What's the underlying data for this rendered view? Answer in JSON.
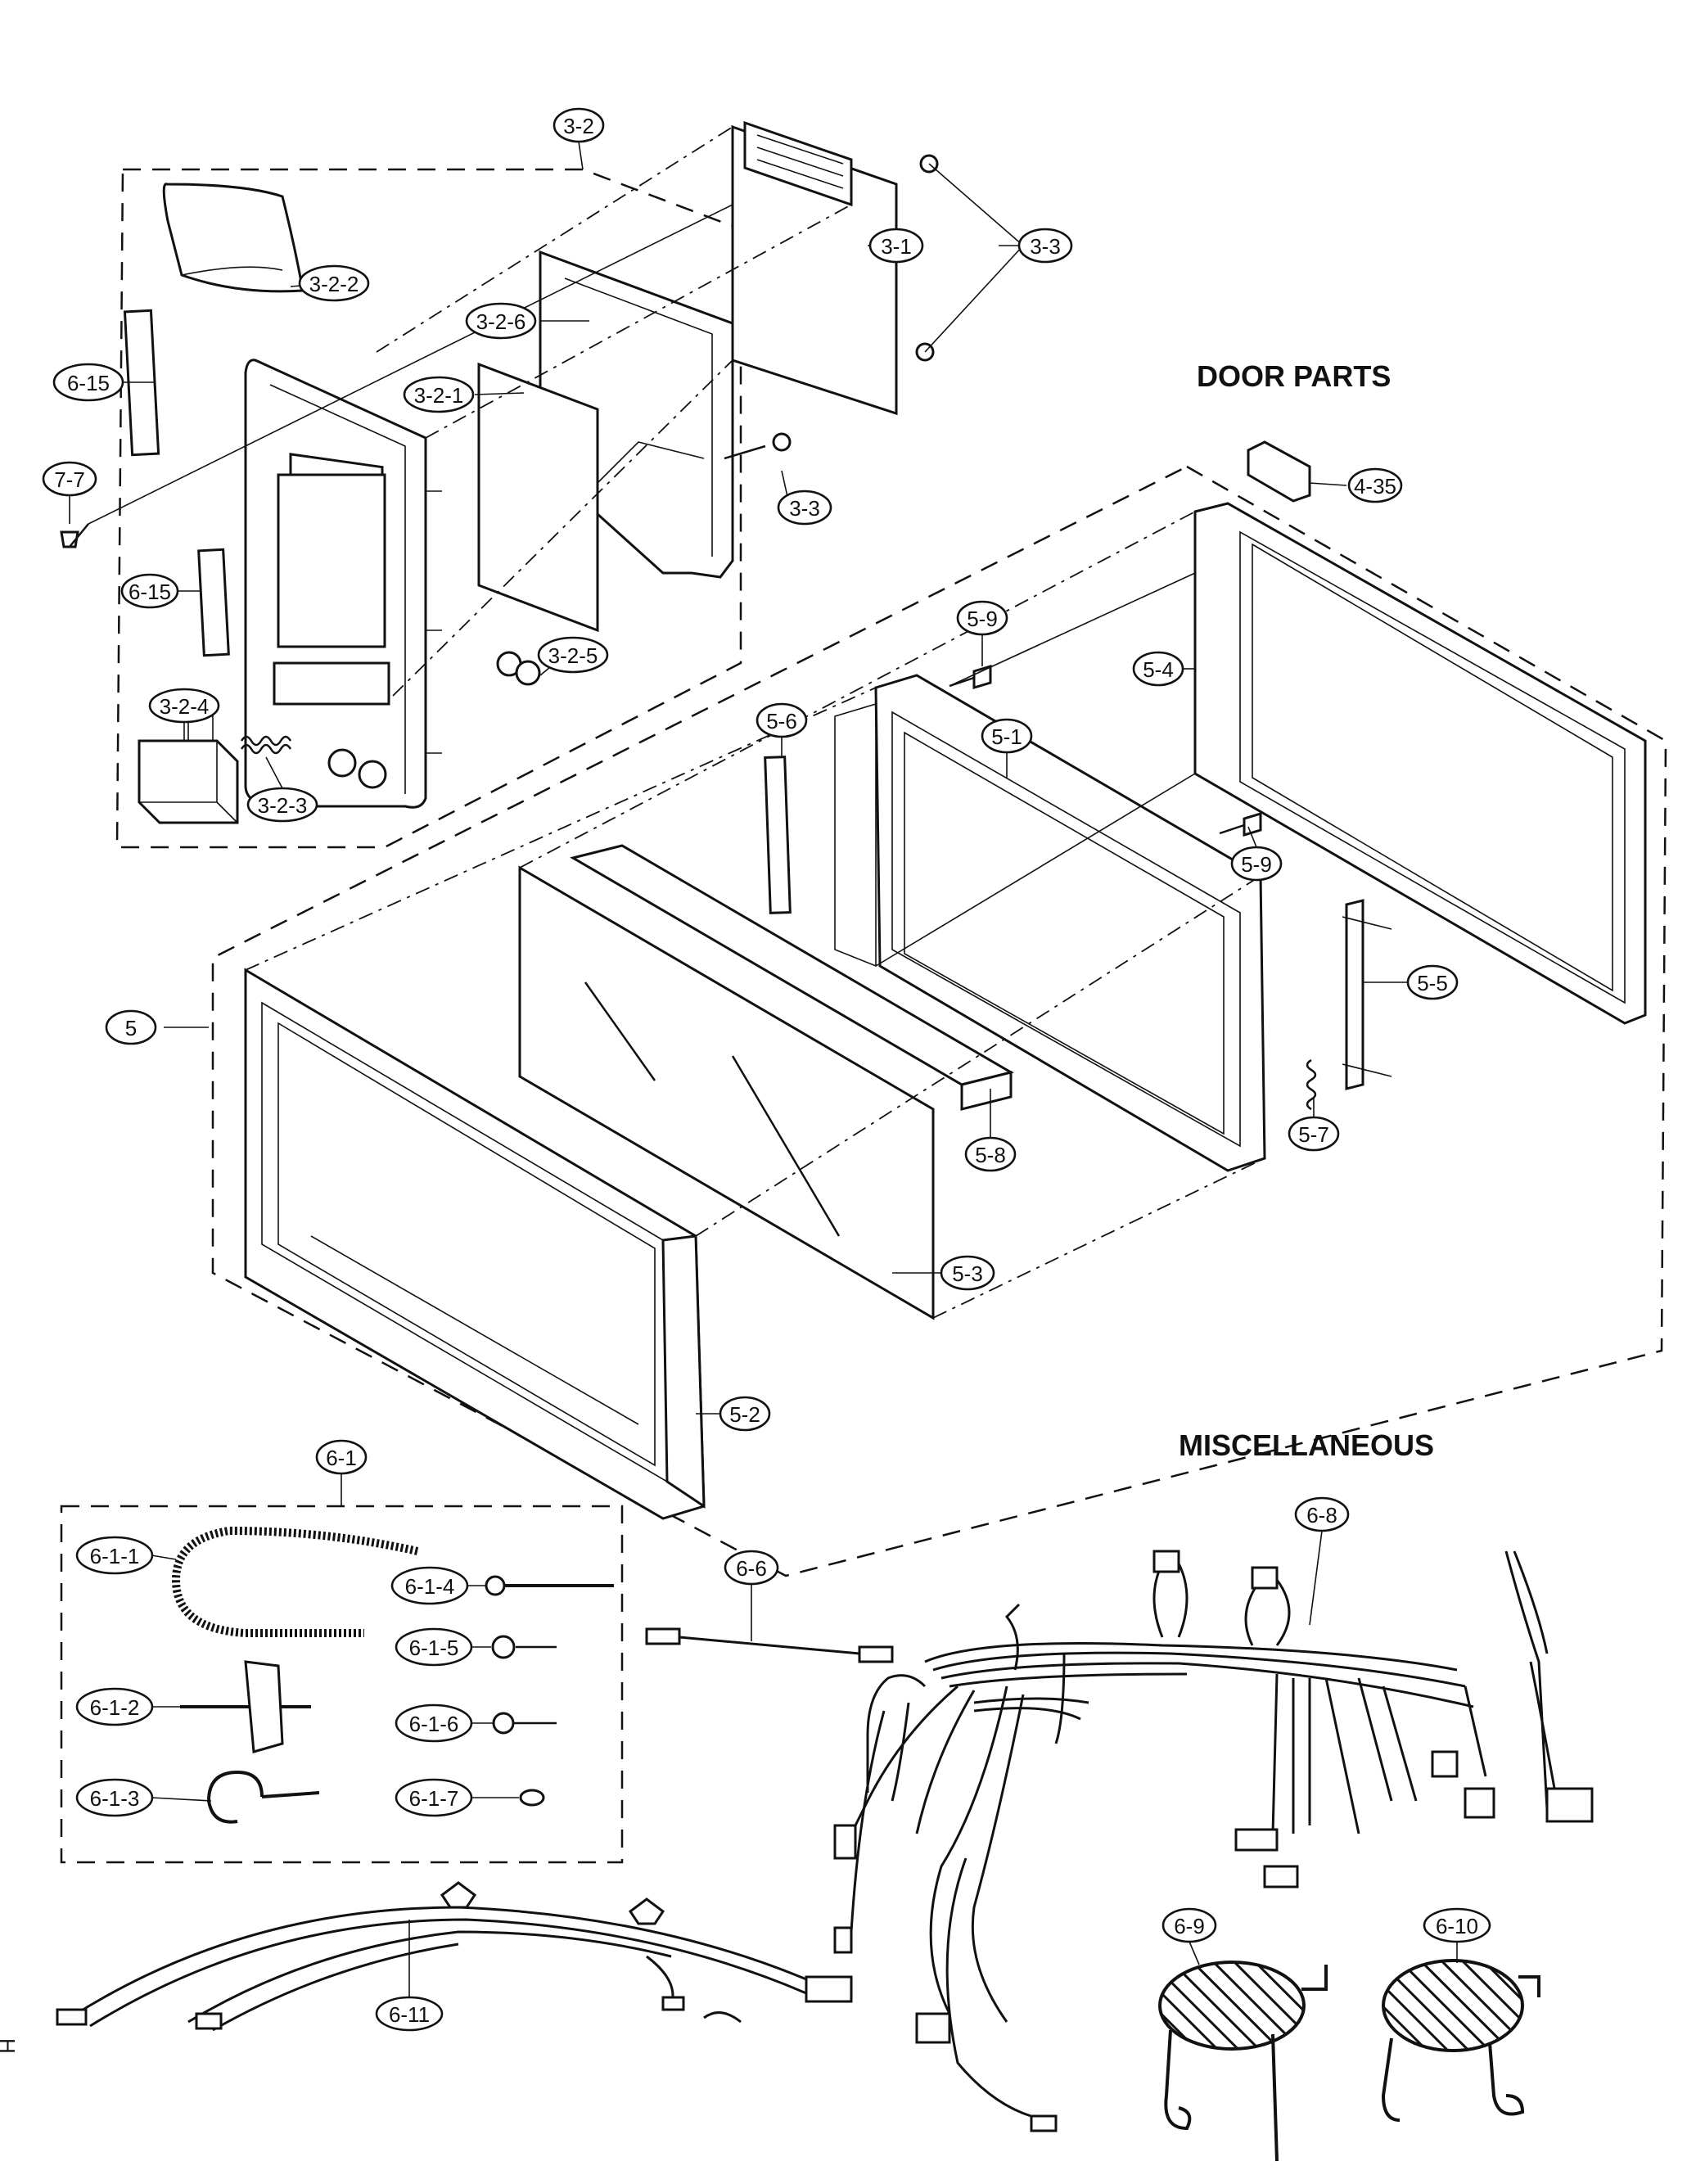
{
  "headings": {
    "door_parts": "DOOR PARTS",
    "miscellaneous": "MISCELLANEOUS"
  },
  "callouts": [
    "3-2",
    "3-2-2",
    "3-2-6",
    "3-2-1",
    "3-1",
    "3-3",
    "3-3",
    "6-15",
    "7-7",
    "6-15",
    "3-2-5",
    "3-2-4",
    "3-2-3",
    "4-35",
    "5-9",
    "5-4",
    "5-6",
    "5-1",
    "5-9",
    "5",
    "5-5",
    "5-7",
    "5-8",
    "5-3",
    "5-2",
    "6-1",
    "6-1-1",
    "6-1-4",
    "6-1-5",
    "6-1-2",
    "6-1-6",
    "6-1-3",
    "6-1-7",
    "6-6",
    "6-8",
    "6-9",
    "6-10",
    "6-11"
  ],
  "margin_mark": "H"
}
